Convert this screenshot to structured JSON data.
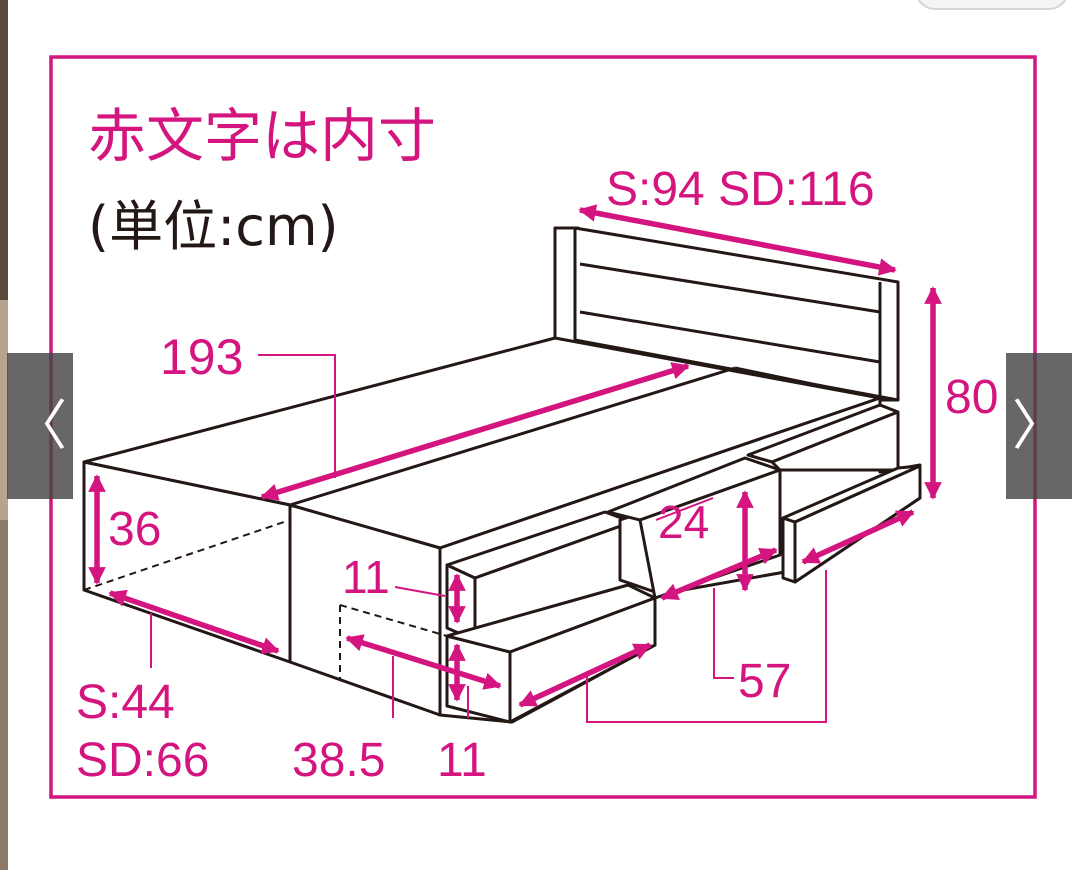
{
  "title": "赤文字は内寸",
  "subtitle": "(単位:cm)",
  "headboard_width": "S:94 SD:116",
  "height_total": "80",
  "length": "193",
  "storage_height": "36",
  "storage_depth_s": "S:44",
  "storage_depth_sd": "SD:66",
  "drawer_inner_depth": "38.5",
  "drawer_inner_height_upper": "11",
  "drawer_inner_height_lower": "11",
  "drawer_height": "24",
  "drawer_width": "57",
  "navigation": {
    "prev_icon": "chevron-left-icon",
    "next_icon": "chevron-right-icon",
    "prev_glyph": "〈",
    "next_glyph": "〉"
  },
  "colors": {
    "accent": "#d4147f",
    "line": "#231815",
    "frame": "#d4147f"
  }
}
